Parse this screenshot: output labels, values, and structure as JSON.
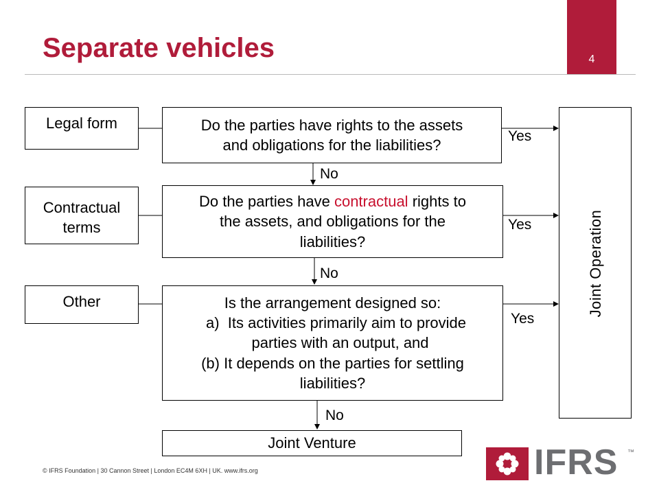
{
  "slide": {
    "title": "Separate vehicles",
    "page_number": "4"
  },
  "criteria": [
    {
      "label": "Legal form"
    },
    {
      "label_line1": "Contractual",
      "label_line2": "terms"
    },
    {
      "label": "Other"
    }
  ],
  "questions": {
    "q1_line1": "Do the parties have rights to the assets",
    "q1_line2": "and obligations for the liabilities?",
    "q2_part1": "Do the parties have ",
    "q2_highlight": "contractual",
    "q2_part2": " rights to",
    "q2_line2": "the assets, and obligations for the",
    "q2_line3": "liabilities?",
    "q3_line1": "Is the arrangement designed so:",
    "q3_line2": "a)  Its activities primarily aim to provide",
    "q3_line3": "parties with an output, and",
    "q3_line4": "(b) It depends on the parties for settling",
    "q3_line5": "liabilities?"
  },
  "answers": {
    "yes": "Yes",
    "no": "No"
  },
  "outcomes": {
    "joint_operation": "Joint  Operation",
    "joint_venture": "Joint Venture"
  },
  "footer": {
    "text": "© IFRS Foundation  |  30 Cannon Street  |  London EC4M 6XH  |  UK.  www.ifrs.org"
  },
  "logo": {
    "text": "IFRS",
    "mark": "™"
  },
  "colors": {
    "brand_red": "#b01c3a",
    "highlight_red": "#c8102e"
  }
}
